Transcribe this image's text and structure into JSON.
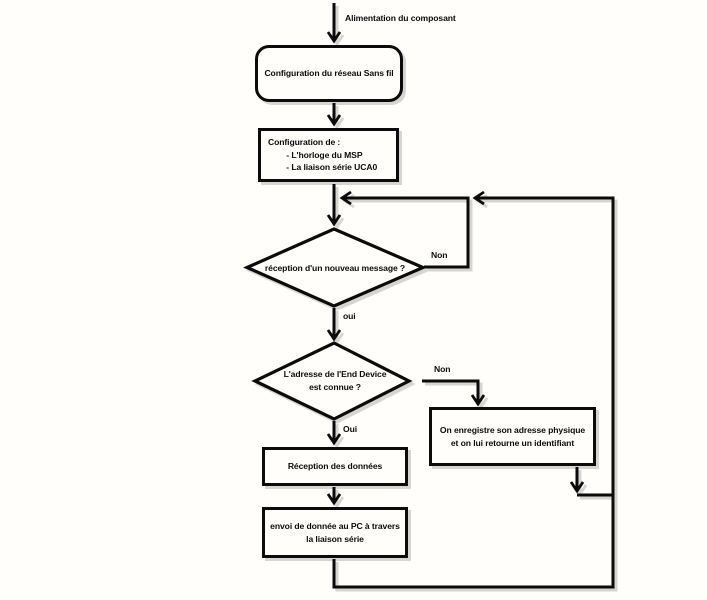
{
  "flowchart": {
    "start_label": "Alimentation du composant",
    "nodes": {
      "config_reseau": "Configuration du réseau Sans fil",
      "config_de": "Configuration de :\n        - L'horloge du MSP\n        - La liaison série UCA0",
      "decision_message": "réception d'un nouveau message ?",
      "decision_adresse": "L'adresse de l'End Device\nest connue ?",
      "enregistre_adresse": "On enregistre son adresse physique\net on lui retourne un identifiant",
      "reception_donnees": "Réception des données",
      "envoi_donnees": "envoi de donnée au PC à travers\nla liaison série"
    },
    "edge_labels": {
      "non_message": "Non",
      "oui_message": "oui",
      "non_adresse": "Non",
      "oui_adresse": "Oui"
    },
    "colors": {
      "line": "#0b0b0b",
      "text": "#0b0b0b",
      "background": "#fffefb"
    }
  }
}
